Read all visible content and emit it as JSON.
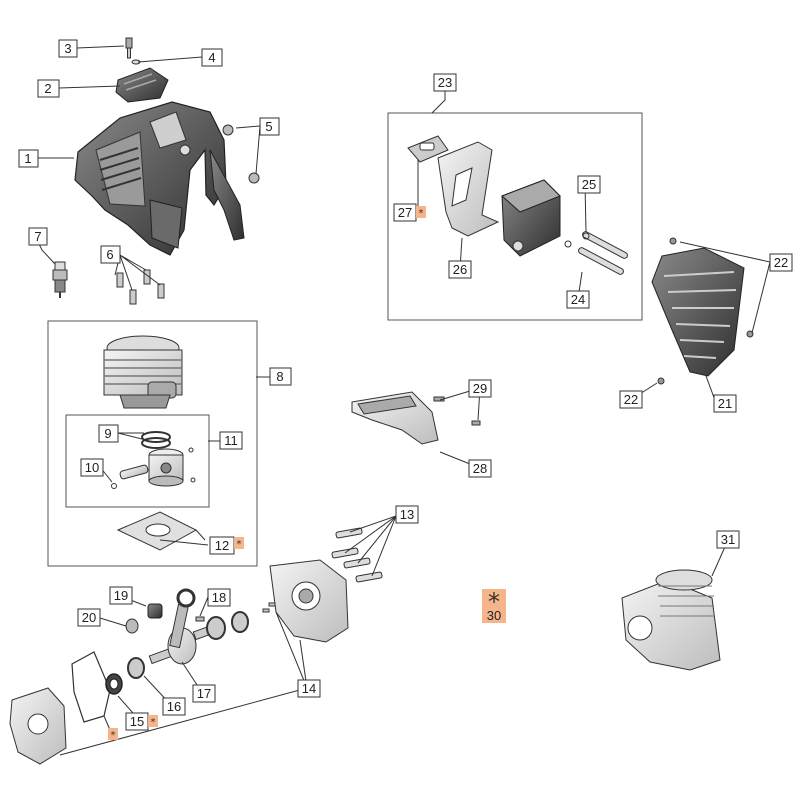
{
  "callouts": [
    {
      "id": "c1",
      "text": "1"
    },
    {
      "id": "c2",
      "text": "2"
    },
    {
      "id": "c3",
      "text": "3"
    },
    {
      "id": "c4",
      "text": "4"
    },
    {
      "id": "c5",
      "text": "5"
    },
    {
      "id": "c6",
      "text": "6"
    },
    {
      "id": "c7",
      "text": "7"
    },
    {
      "id": "c8",
      "text": "8"
    },
    {
      "id": "c9",
      "text": "9"
    },
    {
      "id": "c10",
      "text": "10"
    },
    {
      "id": "c11",
      "text": "11"
    },
    {
      "id": "c12",
      "text": "12"
    },
    {
      "id": "c13",
      "text": "13"
    },
    {
      "id": "c14",
      "text": "14"
    },
    {
      "id": "c15",
      "text": "15"
    },
    {
      "id": "c16",
      "text": "16"
    },
    {
      "id": "c17",
      "text": "17"
    },
    {
      "id": "c18",
      "text": "18"
    },
    {
      "id": "c19",
      "text": "19"
    },
    {
      "id": "c20",
      "text": "20"
    },
    {
      "id": "c21",
      "text": "21"
    },
    {
      "id": "c22a",
      "text": "22"
    },
    {
      "id": "c22b",
      "text": "22"
    },
    {
      "id": "c23",
      "text": "23"
    },
    {
      "id": "c24",
      "text": "24"
    },
    {
      "id": "c25",
      "text": "25"
    },
    {
      "id": "c26",
      "text": "26"
    },
    {
      "id": "c27",
      "text": "27"
    },
    {
      "id": "c28",
      "text": "28"
    },
    {
      "id": "c29",
      "text": "29"
    },
    {
      "id": "c31",
      "text": "31"
    }
  ],
  "kit_marker": {
    "symbol": "*",
    "number": "30"
  },
  "asterisk": "*",
  "colors": {
    "highlight": "#f6b48a",
    "line": "#333333",
    "part": "#e8e8e8",
    "part_dark": "#555555"
  }
}
